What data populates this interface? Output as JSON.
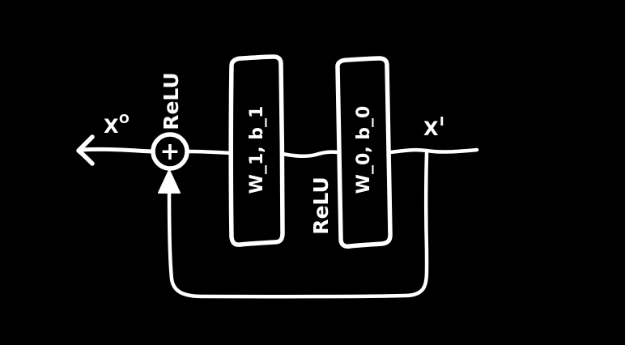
{
  "diagram": {
    "kind": "residual-block-diagram",
    "background_color": "#000000",
    "ink_color": "#ffffff",
    "labels": {
      "output_base": "X",
      "output_sup": "O",
      "input_base": "X",
      "input_sup": "I",
      "relu_output": "ReLU",
      "relu_hidden": "ReLU",
      "sum_symbol": "+",
      "layer_1": "W_1, b_1",
      "layer_0": "W_0, b_0"
    }
  }
}
